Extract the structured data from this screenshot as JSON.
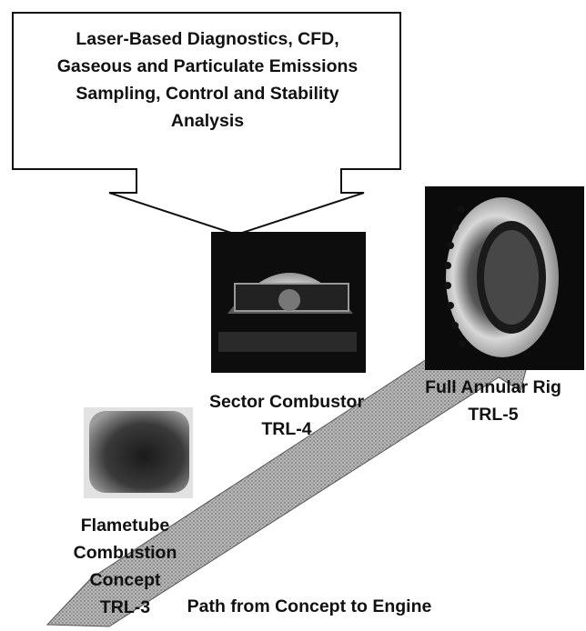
{
  "callout": {
    "lines": [
      "Laser-Based Diagnostics, CFD,",
      "Gaseous and Particulate Emissions",
      "Sampling, Control and Stability",
      "Analysis"
    ]
  },
  "stages": [
    {
      "id": "flametube",
      "lines": [
        "Flametube",
        "Combustion",
        "Concept",
        "TRL-3"
      ],
      "image": "flametube-photo"
    },
    {
      "id": "sector",
      "lines": [
        "Sector Combustor",
        "TRL-4"
      ],
      "image": "sector-combustor-photo"
    },
    {
      "id": "annular",
      "lines": [
        "Full Annular Rig",
        "TRL-5"
      ],
      "image": "annular-rig-photo"
    }
  ],
  "path_arrow": {
    "label": "Path from Concept to Engine"
  },
  "colors": {
    "arrow_fill": "#9a9a9a",
    "callout_fill": "#ffffff",
    "outline": "#111111"
  }
}
